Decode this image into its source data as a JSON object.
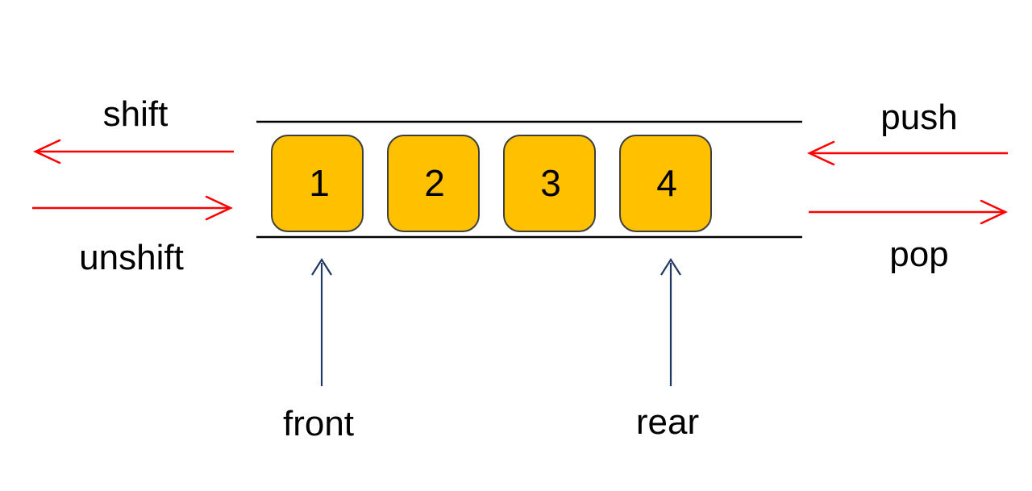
{
  "diagram": {
    "kind": "queue-deque-structure",
    "operations": {
      "shift": "shift",
      "unshift": "unshift",
      "push": "push",
      "pop": "pop"
    },
    "pointers": {
      "front": "front",
      "rear": "rear"
    },
    "queue": {
      "items": [
        "1",
        "2",
        "3",
        "4"
      ]
    }
  },
  "colors": {
    "arrow_red": "#ff0000",
    "arrow_navy": "#1f3864",
    "rail_black": "#000000",
    "box_fill": "#ffc000",
    "box_border": "#3f3f3f",
    "text_black": "#000000"
  }
}
